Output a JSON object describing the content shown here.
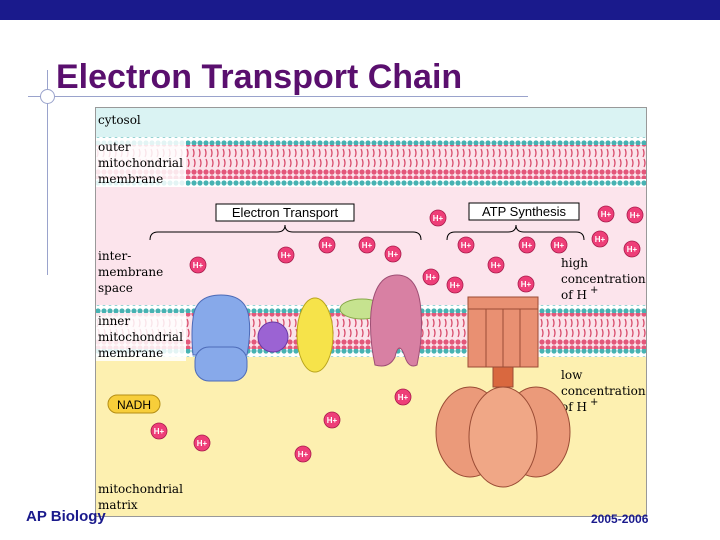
{
  "slide": {
    "title": "Electron Transport Chain",
    "footer_left": "AP Biology",
    "footer_right": "2005-2006"
  },
  "diagram": {
    "labels": {
      "cytosol": "cytosol",
      "outer_membrane": [
        "outer",
        "mitochondrial",
        "membrane"
      ],
      "intermembrane_space": [
        "inter-",
        "membrane",
        "space"
      ],
      "inner_membrane": [
        "inner",
        "mitochondrial",
        "membrane"
      ],
      "matrix": [
        "mitochondrial",
        "matrix"
      ],
      "high_concentration": [
        "high",
        "concentration",
        "of H"
      ],
      "low_concentration": [
        "low",
        "concentration",
        "of H"
      ],
      "superscript_plus": "+"
    },
    "sections": {
      "electron_transport": "Electron Transport",
      "atp_synthesis": "ATP Synthesis"
    },
    "molecule": "NADH",
    "proton": "H+",
    "colors": {
      "cytosol": "#daf3f3",
      "intermembrane": "#fce4ec",
      "matrix": "#fdf0b0",
      "membrane_pink": "#e3577a",
      "membrane_teal": "#47b2b2",
      "proton": "#ee3e78",
      "complex_blue": "#87a9ea",
      "complex_purple": "#9b63d3",
      "complex_yellow": "#f6e34a",
      "complex_green": "#c6e38f",
      "complex_pink": "#d880a3",
      "atp_synthase": "#e99072",
      "title": "#5a0f6e",
      "topbar": "#1a1a8c"
    }
  }
}
